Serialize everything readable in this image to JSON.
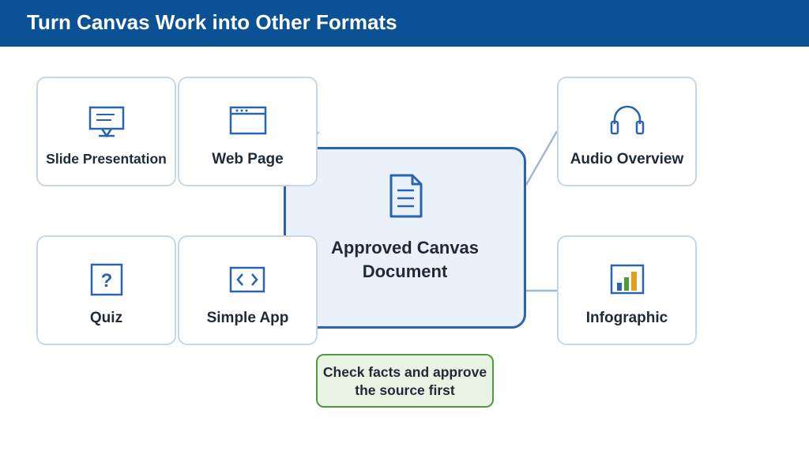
{
  "header": {
    "title": "Turn Canvas Work into Other Formats"
  },
  "center": {
    "title_line1": "Approved Canvas",
    "title_line2": "Document",
    "icon": "document-icon"
  },
  "cards": [
    {
      "label": "Slide Presentation",
      "icon": "presentation-icon"
    },
    {
      "label": "Web Page",
      "icon": "browser-window-icon"
    },
    {
      "label": "Quiz",
      "icon": "question-mark-icon"
    },
    {
      "label": "Simple App",
      "icon": "code-icon"
    },
    {
      "label": "Audio Overview",
      "icon": "headphones-icon"
    },
    {
      "label": "Infographic",
      "icon": "bar-chart-icon"
    }
  ],
  "note": {
    "line1": "Check facts and approve",
    "line2": "the source first"
  },
  "colors": {
    "header_bg": "#0b5195",
    "icon_blue": "#2a64b0",
    "card_border": "#c9d6e4",
    "center_bg": "#eaf1fb",
    "note_bg": "#e9f3e4",
    "note_border": "#4f9a3c",
    "infographic_green": "#4f9a3c",
    "infographic_orange": "#e0a01e"
  }
}
